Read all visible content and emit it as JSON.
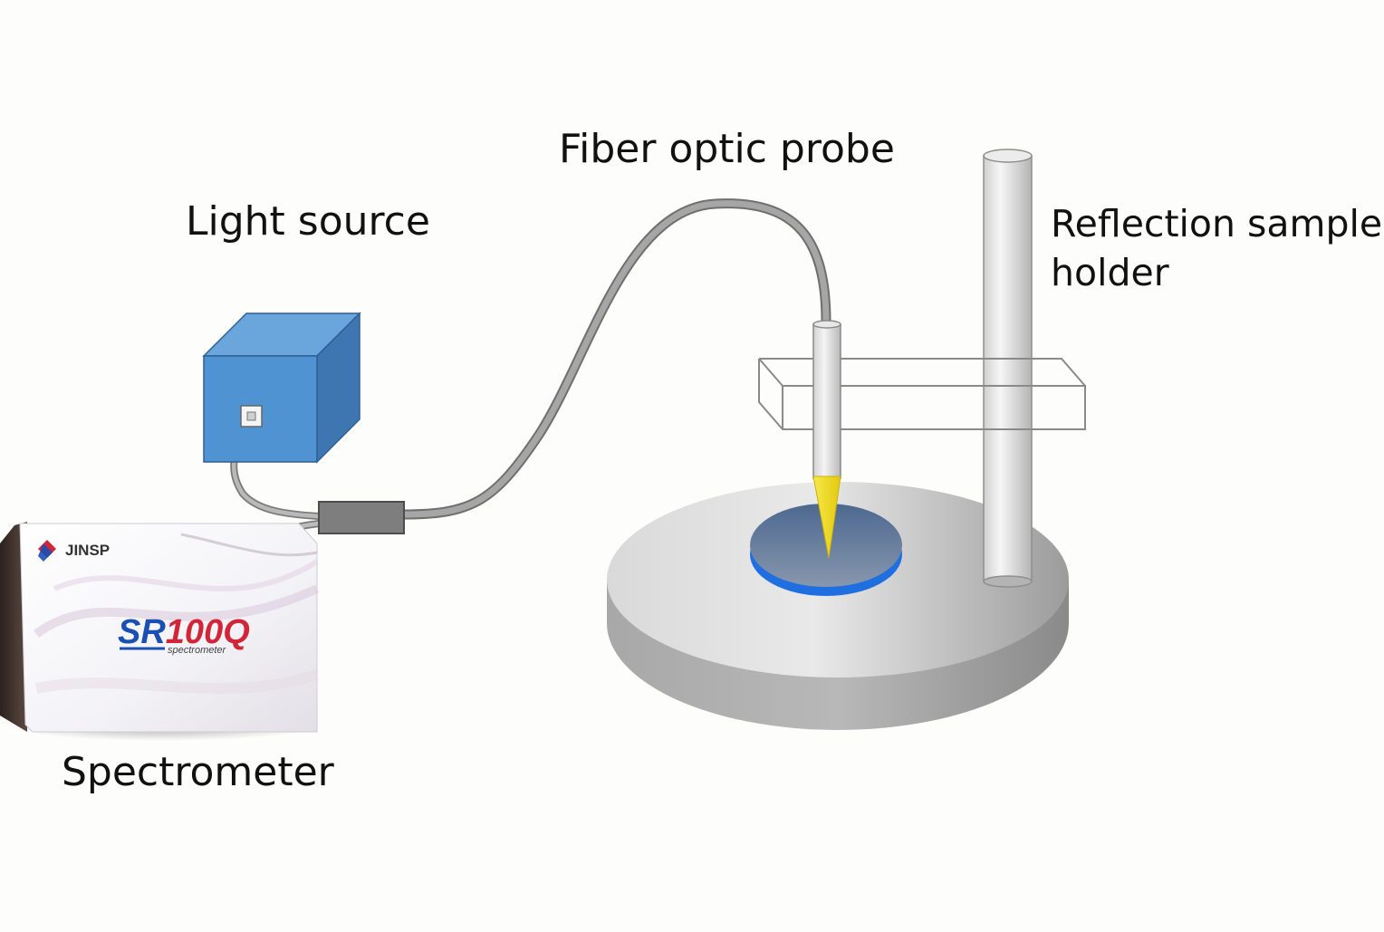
{
  "labels": {
    "light_source": "Light source",
    "fiber_probe": "Fiber optic probe",
    "reflection_holder_line1": "Reflection sample",
    "reflection_holder_line2": "holder",
    "spectrometer": "Spectrometer"
  },
  "device": {
    "brand": "JINSP",
    "model_prefix": "SR",
    "model_suffix": "100Q",
    "model_sub": "spectrometer"
  },
  "colors": {
    "cube_front": "#4f93d2",
    "cube_top": "#6aa5db",
    "cube_side": "#3d76b0",
    "fiber": "#8c8c8c",
    "sample_disk": "#5a7494",
    "sample_edge": "#1f6fe0",
    "probe_tip": "#f3e21a",
    "brand_red": "#d02638",
    "model_blue": "#1c4fb3"
  }
}
